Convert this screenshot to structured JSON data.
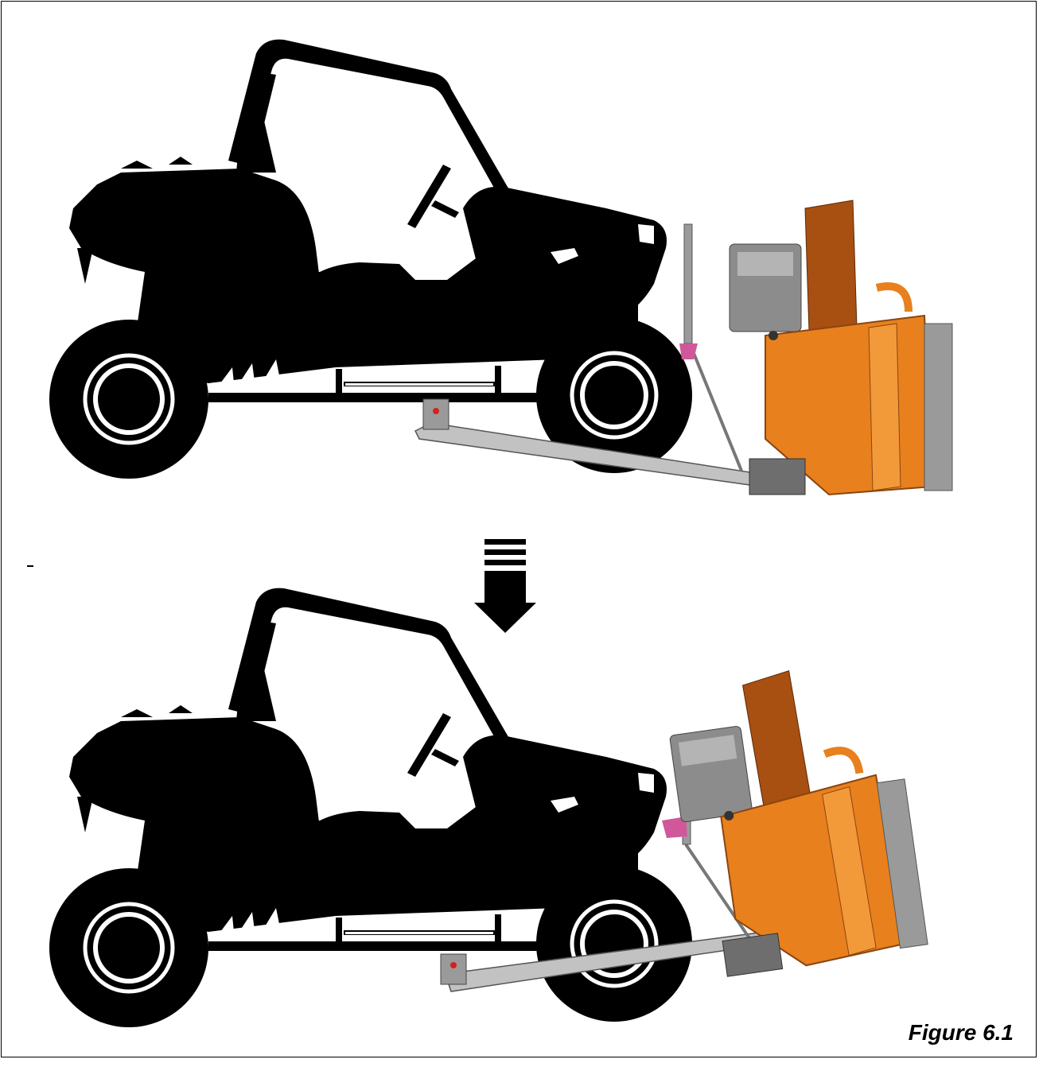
{
  "figure": {
    "caption": "Figure 6.1"
  },
  "colors": {
    "silhouette": "#000000",
    "blower_orange": "#e8801e",
    "blower_dark_orange": "#a84f12",
    "engine_gray": "#8c8c8c",
    "frame_gray": "#b9b9b9",
    "pink_mount": "#d0589a",
    "red_pin": "#d62020"
  },
  "scenes": [
    {
      "id": "raised",
      "state": "before"
    },
    {
      "id": "lowered",
      "state": "after"
    }
  ],
  "icons": {
    "transition": "down-arrow-icon"
  }
}
